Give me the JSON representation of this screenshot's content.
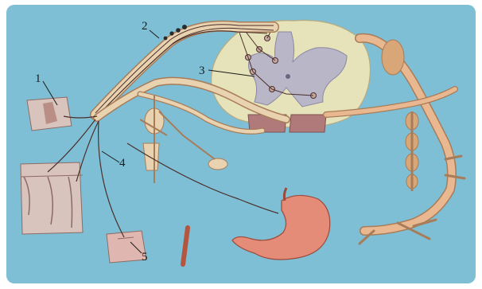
{
  "diagram": {
    "labels": [
      {
        "id": "1",
        "text": "1"
      },
      {
        "id": "2",
        "text": "2"
      },
      {
        "id": "3",
        "text": "3"
      },
      {
        "id": "4",
        "text": "4"
      },
      {
        "id": "5",
        "text": "5"
      }
    ],
    "colors": {
      "background": "#7fbfd6",
      "border": "#f4f4f4",
      "spinal_gray_matter": "#b9b6c8",
      "spinal_white_matter": "#e6e2b9",
      "ventral_root": "#b07a7a",
      "nerve_trunk": "#e9d2b0",
      "nerve_outline": "#a77c58",
      "ganglion": "#d9a777",
      "stomach": "#e58c78",
      "skin_tissue": "#d9c3bd",
      "neuron_line": "#4a2f2a"
    }
  }
}
